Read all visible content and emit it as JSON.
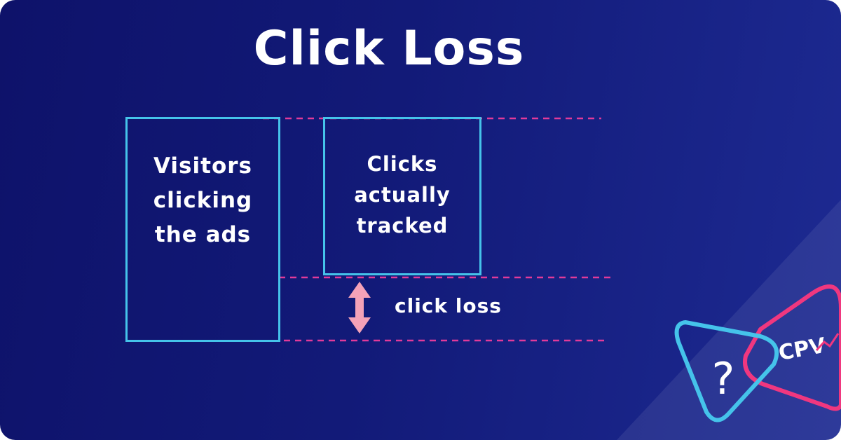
{
  "title": "Click Loss",
  "boxes": {
    "visitors": "Visitors\nclicking\nthe ads",
    "tracked": "Clicks\nactually\ntracked"
  },
  "loss_label": "click loss",
  "logo": {
    "text": "CPV"
  },
  "colors": {
    "background": "#121a78",
    "box_border": "#45c3ea",
    "dashed_line": "#e23a9a",
    "arrow": "#f4a2b8",
    "logo_pink": "#f0377f",
    "logo_blue": "#45c3ea"
  }
}
